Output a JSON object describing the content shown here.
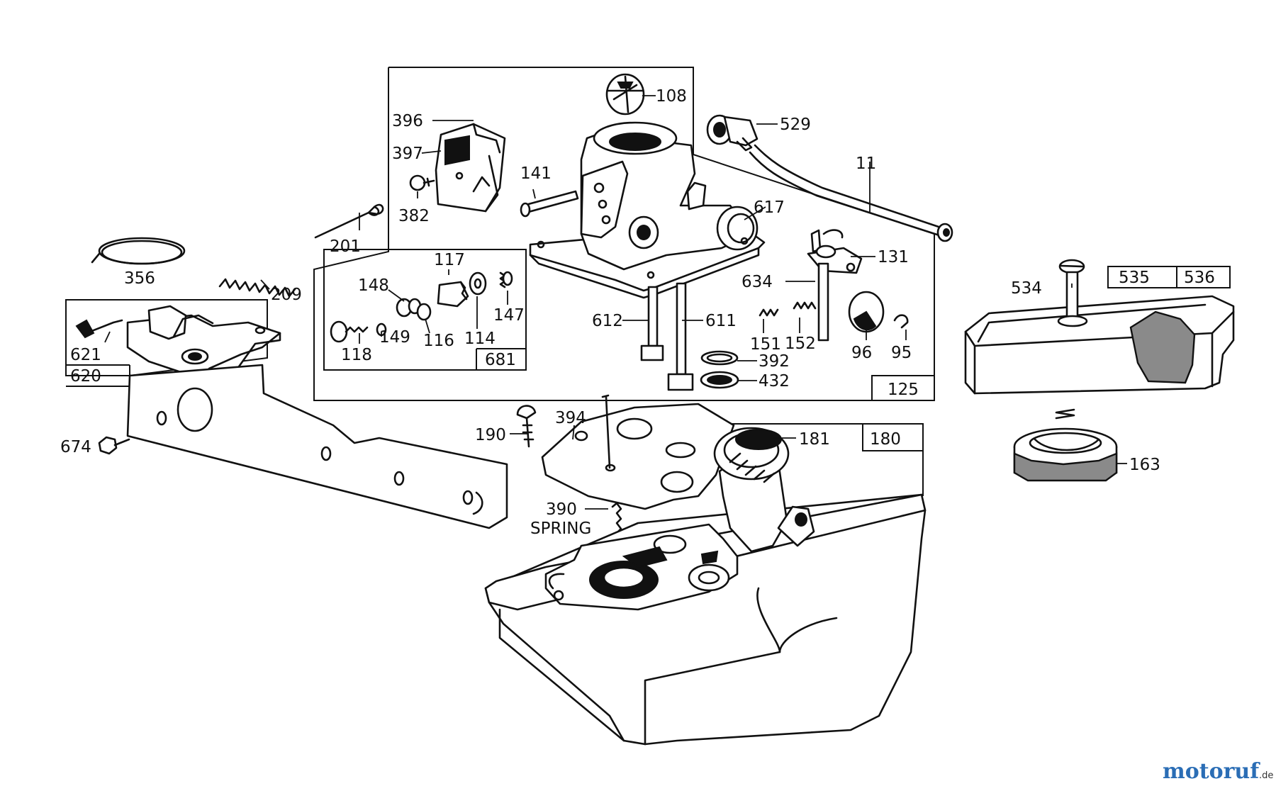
{
  "diagram": {
    "part_labels": {
      "p108": "108",
      "p396": "396",
      "p397": "397",
      "p529": "529",
      "p141": "141",
      "p11": "11",
      "p382": "382",
      "p617": "617",
      "p201": "201",
      "p131": "131",
      "p356": "356",
      "p117": "117",
      "p634": "634",
      "p148": "148",
      "p209": "209",
      "p147": "147",
      "p612": "612",
      "p611": "611",
      "p621": "621",
      "p149": "149",
      "p116": "116",
      "p114": "114",
      "p151": "151",
      "p152": "152",
      "p96": "96",
      "p95": "95",
      "p118": "118",
      "p681": "681",
      "p392": "392",
      "p620": "620",
      "p432": "432",
      "p125": "125",
      "p534": "534",
      "p535": "535",
      "p536": "536",
      "p190": "190",
      "p394": "394",
      "p181": "181",
      "p180": "180",
      "p674": "674",
      "p163": "163",
      "p390": "390",
      "spring": "SPRING"
    },
    "watermark": {
      "brand": "motoruf",
      "tld": ".de"
    }
  }
}
